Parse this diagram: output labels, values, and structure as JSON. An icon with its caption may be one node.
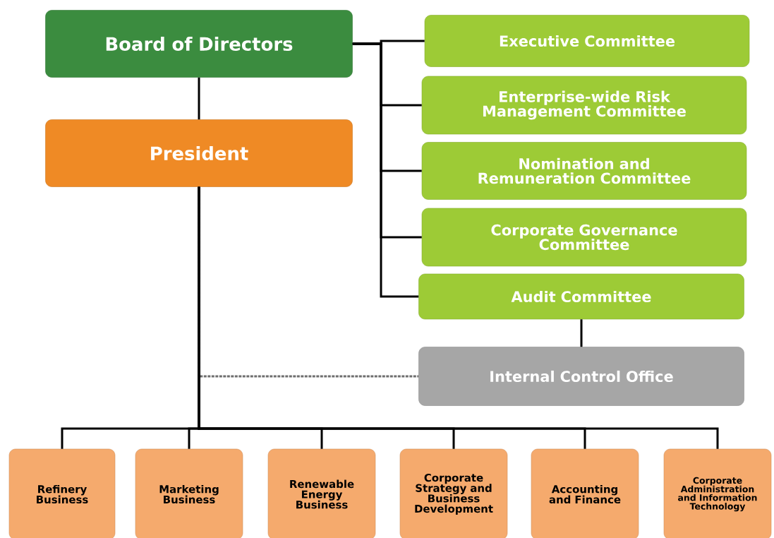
{
  "diagram": {
    "nodes": [
      {
        "text": [
          "Board of Directors"
        ]
      },
      {
        "text": [
          "President"
        ]
      },
      {
        "text": [
          "Executive Committee"
        ]
      },
      {
        "text": [
          "Enterprise-wide Risk Management Committee"
        ]
      },
      {
        "text": [
          "Nomination and Remuneration Committee"
        ]
      },
      {
        "text": [
          "Corporate Governance Committee"
        ]
      },
      {
        "text": [
          "Audit Committee"
        ]
      },
      {
        "text": [
          "Internal Control Office"
        ]
      },
      {
        "text": [
          "Refinery Business"
        ]
      },
      {
        "text": [
          "Marketing Business"
        ]
      },
      {
        "text": [
          "Renewable Energy Business"
        ]
      },
      {
        "text": [
          "Corporate Strategy and Business Development"
        ]
      },
      {
        "text": [
          "Accounting and Finance"
        ]
      },
      {
        "text": [
          "Corporate Administration and Information Technology"
        ]
      }
    ],
    "edges": [
      {
        "from": 0,
        "to": 1,
        "arrow": "none"
      },
      {
        "from": 0,
        "to": 2,
        "arrow": "none"
      },
      {
        "from": 0,
        "to": 3,
        "arrow": "none"
      },
      {
        "from": 0,
        "to": 4,
        "arrow": "none"
      },
      {
        "from": 0,
        "to": 5,
        "arrow": "none"
      },
      {
        "from": 0,
        "to": 6,
        "arrow": "none"
      },
      {
        "from": 6,
        "to": 7,
        "arrow": "none"
      },
      {
        "from": 1,
        "to": 7,
        "arrow": "none",
        "style": "dashed",
        "color": "#6e6e6e"
      },
      {
        "from": 1,
        "to": 8,
        "arrow": "none"
      },
      {
        "from": 1,
        "to": 9,
        "arrow": "none"
      },
      {
        "from": 1,
        "to": 10,
        "arrow": "none"
      },
      {
        "from": 1,
        "to": 11,
        "arrow": "none"
      },
      {
        "from": 1,
        "to": 12,
        "arrow": "none"
      },
      {
        "from": 1,
        "to": 13,
        "arrow": "none"
      }
    ]
  }
}
